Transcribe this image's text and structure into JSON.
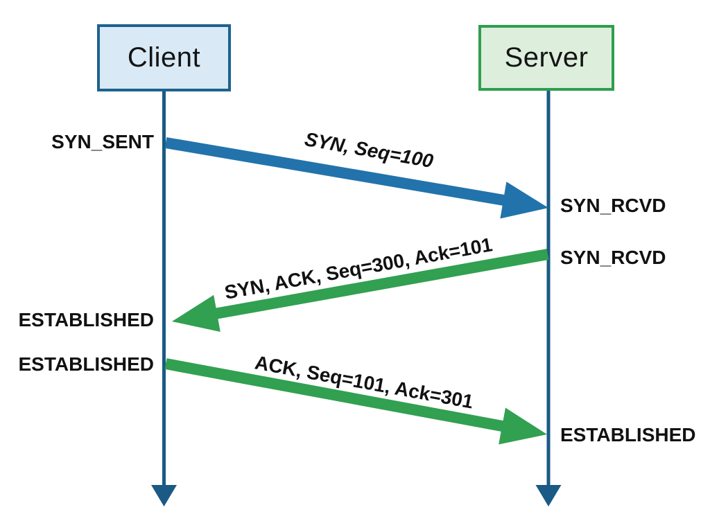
{
  "actors": [
    {
      "id": "client",
      "label": "Client",
      "fill": "#d9e9f5",
      "border": "#1d628e"
    },
    {
      "id": "server",
      "label": "Server",
      "fill": "#deeedd",
      "border": "#2f9e4e"
    }
  ],
  "states": [
    {
      "actor": "client",
      "label": "SYN_SENT"
    },
    {
      "actor": "server",
      "label": "SYN_RCVD"
    },
    {
      "actor": "server",
      "label": "SYN_RCVD"
    },
    {
      "actor": "client",
      "label": "ESTABLISHED"
    },
    {
      "actor": "client",
      "label": "ESTABLISHED"
    },
    {
      "actor": "server",
      "label": "ESTABLISHED"
    }
  ],
  "messages": [
    {
      "from": "Client",
      "to": "Server",
      "label": "SYN, Seq=100",
      "color": "#2273ab"
    },
    {
      "from": "Server",
      "to": "Client",
      "label": "SYN, ACK, Seq=300, Ack=101",
      "color": "#31a050"
    },
    {
      "from": "Client",
      "to": "Server",
      "label": "ACK, Seq=101, Ack=301",
      "color": "#31a050"
    }
  ],
  "colors": {
    "lifeline": "#1a5a85",
    "background": "#ffffff",
    "text": "#111111"
  }
}
